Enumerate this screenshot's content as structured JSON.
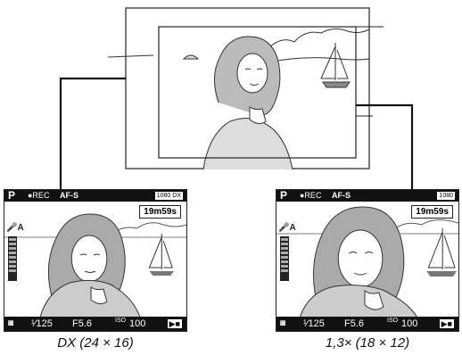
{
  "diagram": {
    "captions": {
      "dx": "DX (24 × 16)",
      "crop13": "1,3× (18 × 12)"
    }
  },
  "screens": {
    "dx": {
      "mode": "P",
      "rec": "●REC",
      "af_mode": "AF-S",
      "quality": "1080 DX",
      "time_remaining": "19m59s",
      "mic": "A",
      "shutter": "¹⁄125",
      "aperture": "F5.6",
      "iso_label": "ISO",
      "iso": "100"
    },
    "crop13": {
      "mode": "P",
      "rec": "●REC",
      "af_mode": "AF-S",
      "quality": "1080",
      "time_remaining": "19m59s",
      "mic": "A",
      "shutter": "¹⁄125",
      "aperture": "F5.6",
      "iso_label": "ISO",
      "iso": "100"
    }
  },
  "icons": [
    "metering-icon",
    "movie-mode-icon",
    "microphone-icon",
    "sailboat-icon",
    "battery-icon"
  ]
}
